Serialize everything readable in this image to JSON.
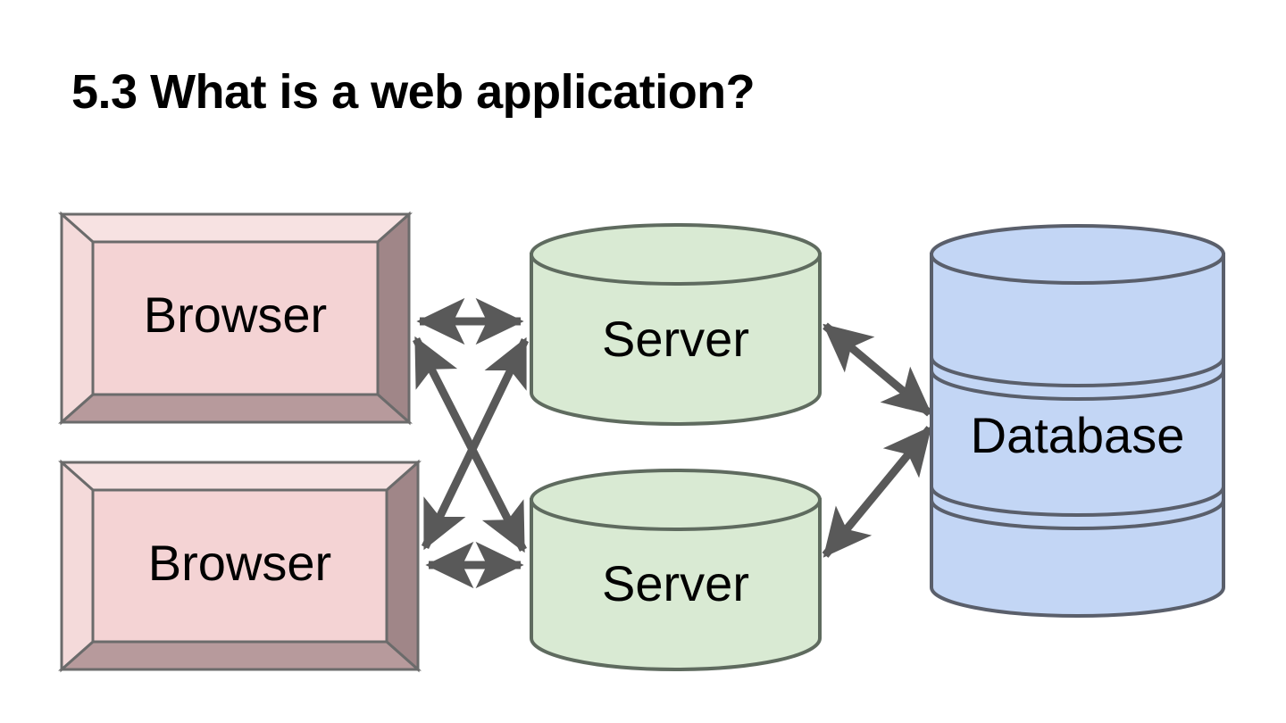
{
  "slide": {
    "title": "5.3 What is a web application?",
    "background_color": "#ffffff"
  },
  "palette": {
    "browser_face": "#f4d3d4",
    "browser_bevel_light": "#f7e2e2",
    "browser_bevel_dark": "#a08688",
    "browser_stroke": "#6b6b6b",
    "server_fill": "#d9ead3",
    "server_stroke": "#5f6b5f",
    "database_fill": "#c3d6f5",
    "database_stroke": "#5a5f6b",
    "arrow_color": "#595959",
    "text_color": "#000000"
  },
  "nodes": [
    {
      "id": "browser-1",
      "label": "Browser",
      "shape": "beveled-box",
      "color": "#f4d3d4"
    },
    {
      "id": "browser-2",
      "label": "Browser",
      "shape": "beveled-box",
      "color": "#f4d3d4"
    },
    {
      "id": "server-1",
      "label": "Server",
      "shape": "cylinder",
      "color": "#d9ead3"
    },
    {
      "id": "server-2",
      "label": "Server",
      "shape": "cylinder",
      "color": "#d9ead3"
    },
    {
      "id": "database-1",
      "label": "Database",
      "shape": "disk-stack",
      "color": "#c3d6f5"
    }
  ],
  "connections": [
    {
      "from": "browser-1",
      "to": "server-1",
      "style": "double-arrow"
    },
    {
      "from": "browser-1",
      "to": "server-2",
      "style": "double-arrow"
    },
    {
      "from": "browser-2",
      "to": "server-1",
      "style": "double-arrow"
    },
    {
      "from": "browser-2",
      "to": "server-2",
      "style": "double-arrow"
    },
    {
      "from": "server-1",
      "to": "database-1",
      "style": "double-arrow"
    },
    {
      "from": "server-2",
      "to": "database-1",
      "style": "double-arrow"
    }
  ]
}
